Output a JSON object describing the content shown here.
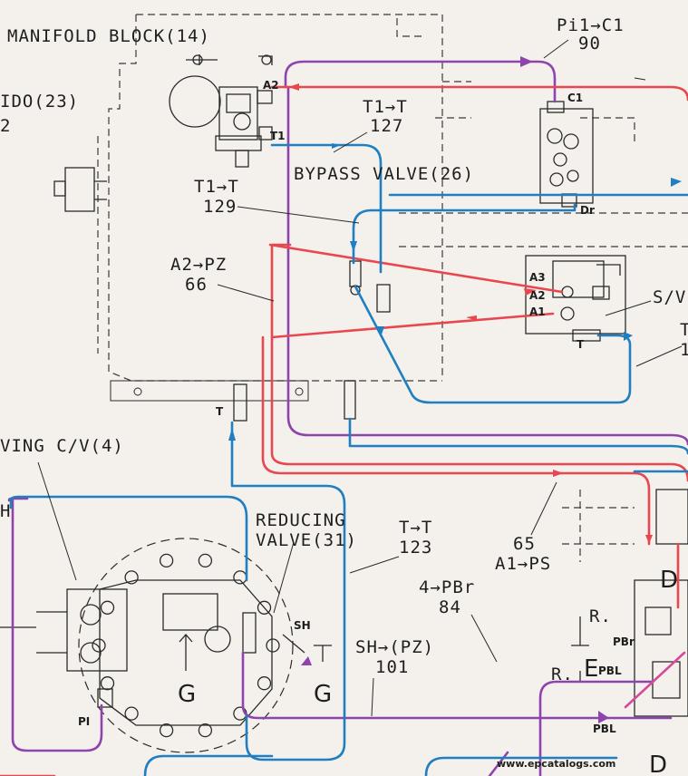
{
  "colors": {
    "red": "#e8474f",
    "blue": "#1f7fc1",
    "purple": "#8e44ad",
    "ink": "#2a2a2a",
    "paper": "#f4f1ec"
  },
  "labels": {
    "manifold_block": "MANIFOLD BLOCK(14)",
    "ido_23": "IDO(23)",
    "ido_23_num": "2",
    "pi1_c1": "Pi1→C1",
    "pi1_c1_num": "90",
    "t1_t_127": "T1→T",
    "t1_t_127_num": "127",
    "bypass_valve": "BYPASS VALVE(26)",
    "t1_t_129": "T1→T",
    "t1_t_129_num": "129",
    "a2_pz": "A2→PZ",
    "a2_pz_num": "66",
    "s_v": "S/V",
    "t_right": "T",
    "t_right_num": "1",
    "wing_cv": "VING C/V(4)",
    "h_left": "H",
    "reducing_valve_1": "REDUCING",
    "reducing_valve_2": "VALVE(31)",
    "t_t_123": "T→T",
    "t_t_123_num": "123",
    "a1_ps_num": "65",
    "a1_ps": "A1→PS",
    "pbr_num_label": "4→PBr",
    "pbr_num": "84",
    "sh_pz": "SH→(PZ)",
    "sh_pz_num": "101",
    "port_a2": "A2",
    "port_t1": "T1",
    "port_c1": "C1",
    "port_dr": "Dr",
    "port_a3": "A3",
    "port_a2_sv": "A2",
    "port_a1_sv": "A1",
    "port_t_sv": "T",
    "port_t_block": "T",
    "port_sh": "SH",
    "port_pi": "PI",
    "port_r1": "R.",
    "port_pbr": "PBr",
    "port_r2": "R.",
    "port_pbl": "PBL",
    "port_pbl2": "PBL",
    "letter_g1": "G",
    "letter_g2": "G",
    "letter_d1": "D",
    "letter_d2": "D",
    "letter_e": "E",
    "watermark": "www.epcatalogs.com"
  }
}
